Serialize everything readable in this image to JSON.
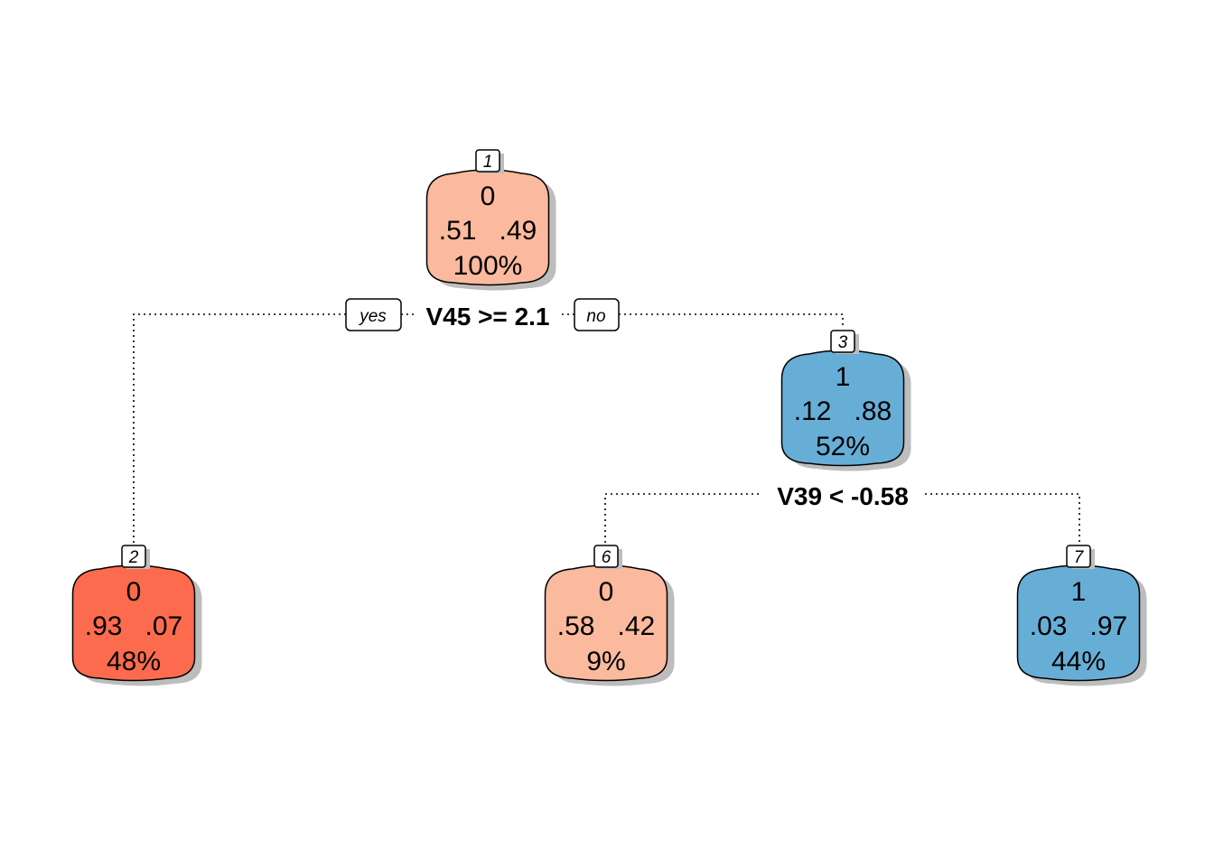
{
  "colors": {
    "light_red": "#FBB99E",
    "red": "#FC6B4D",
    "blue": "#67AED6"
  },
  "splits": [
    {
      "node": 1,
      "text": "V45 >= 2.1",
      "yes_label": "yes",
      "no_label": "no"
    },
    {
      "node": 3,
      "text": "V39 < -0.58"
    }
  ],
  "nodes": [
    {
      "id": "1",
      "class": "0",
      "probs": ".51   .49",
      "pct": "100%"
    },
    {
      "id": "3",
      "class": "1",
      "probs": ".12   .88",
      "pct": "52%"
    },
    {
      "id": "2",
      "class": "0",
      "probs": ".93   .07",
      "pct": "48%"
    },
    {
      "id": "6",
      "class": "0",
      "probs": ".58   .42",
      "pct": "9%"
    },
    {
      "id": "7",
      "class": "1",
      "probs": ".03   .97",
      "pct": "44%"
    }
  ]
}
